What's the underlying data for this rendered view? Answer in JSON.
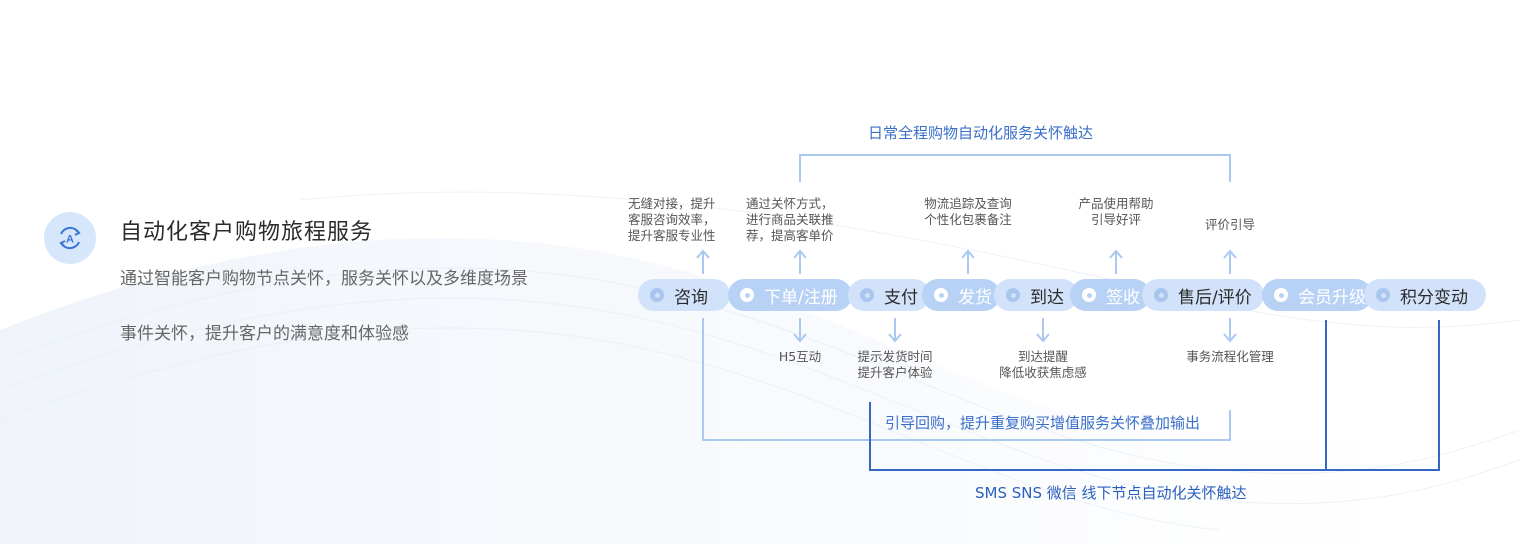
{
  "intro": {
    "icon": "automation-refresh-icon",
    "title": "自动化客户购物旅程服务",
    "desc": "通过智能客户购物节点关怀，服务关怀以及多维度场景事件关怀，提升客户的满意度和体验感"
  },
  "diagram": {
    "top_caption": "日常全程购物自动化服务关怀触达",
    "bottom_caption_light": "引导回购，提升重复购买增值服务关怀叠加输出",
    "bottom_caption_dark": "SMS SNS 微信 线下节点自动化关怀触达",
    "stages": [
      {
        "label": "咨询",
        "style": "light"
      },
      {
        "label": "下单/注册",
        "style": "dark"
      },
      {
        "label": "支付",
        "style": "light"
      },
      {
        "label": "发货",
        "style": "dark"
      },
      {
        "label": "到达",
        "style": "light"
      },
      {
        "label": "签收",
        "style": "dark"
      },
      {
        "label": "售后/评价",
        "style": "light"
      },
      {
        "label": "会员升级",
        "style": "dark"
      },
      {
        "label": "积分变动",
        "style": "light"
      }
    ],
    "notes_above": [
      {
        "line1": "无缝对接，提升",
        "line2": "客服咨询效率，",
        "line3": "提升客服专业性"
      },
      {
        "line1": "通过关怀方式，",
        "line2": "进行商品关联推",
        "line3": "荐，提高客单价"
      },
      {
        "line1": "物流追踪及查询",
        "line2": "个性化包裹备注"
      },
      {
        "line1": "产品使用帮助",
        "line2": "引导好评"
      },
      {
        "line1": "评价引导"
      }
    ],
    "notes_below": [
      {
        "line1": "H5互动"
      },
      {
        "line1": "提示发货时间",
        "line2": "提升客户体验"
      },
      {
        "line1": "到达提醒",
        "line2": "降低收获焦虑感"
      },
      {
        "line1": "事务流程化管理"
      }
    ],
    "colors": {
      "light_line": "#aac8f0",
      "dark_line": "#3568c4",
      "caption": "#3a6fc9"
    }
  }
}
